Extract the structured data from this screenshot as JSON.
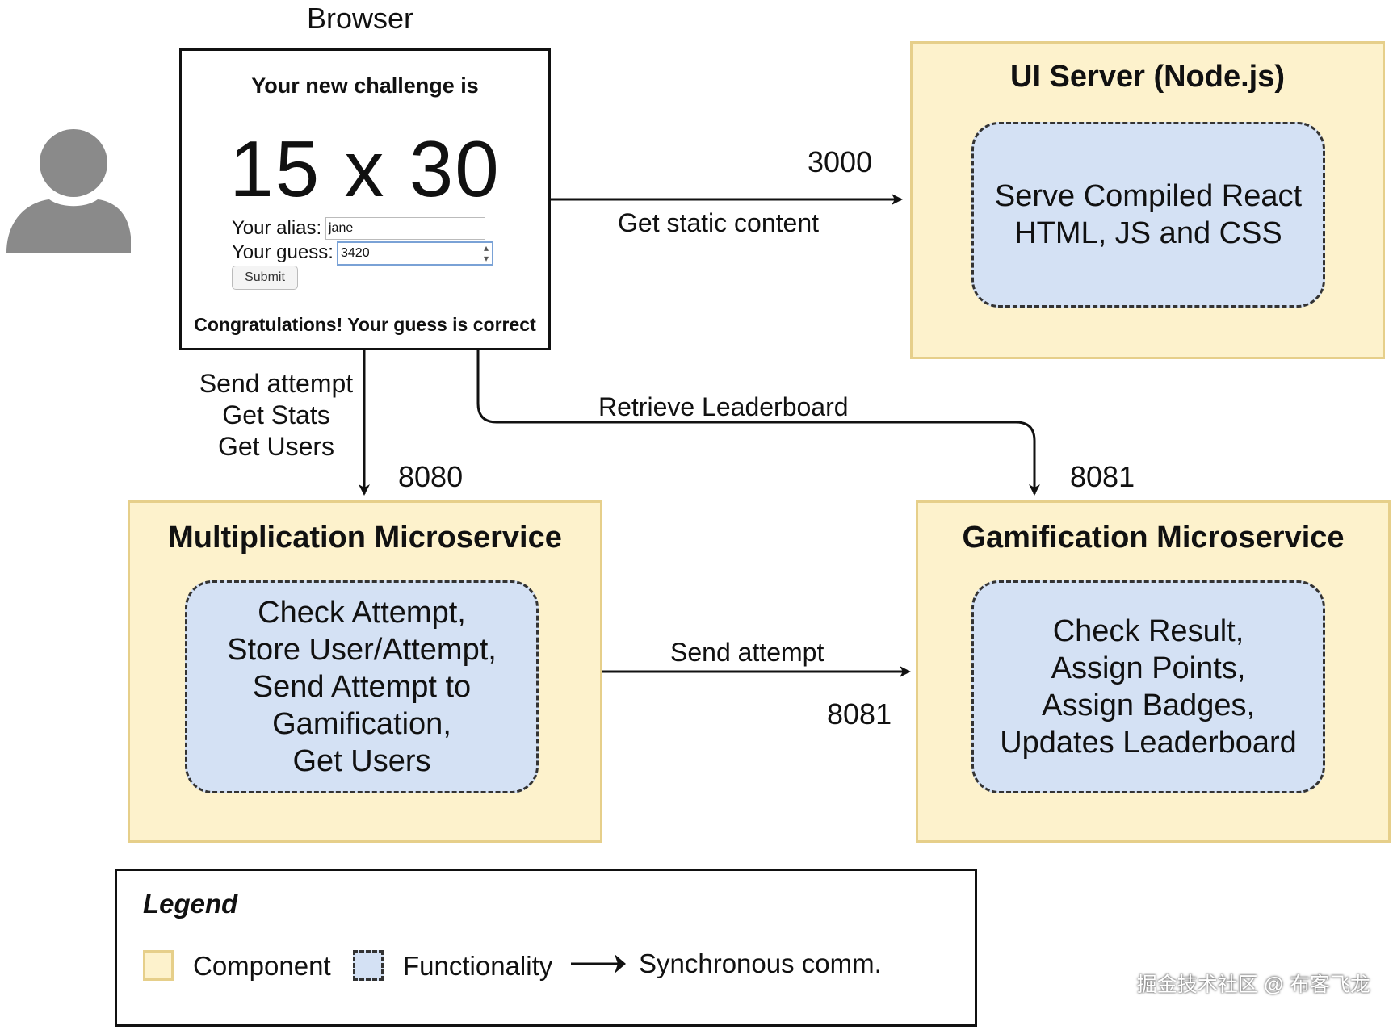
{
  "browser": {
    "caption": "Browser",
    "header": "Your new challenge is",
    "challenge": "15 x 30",
    "alias_label": "Your alias:",
    "alias_value": "jane",
    "guess_label": "Your guess:",
    "guess_value": "3420",
    "submit_label": "Submit",
    "result_message": "Congratulations! Your guess is correct"
  },
  "ui_server": {
    "title": "UI Server (Node.js)",
    "functionality": [
      "Serve Compiled React",
      "HTML, JS and CSS"
    ]
  },
  "multiplication": {
    "title": "Multiplication Microservice",
    "functionality": [
      "Check Attempt,",
      "Store User/Attempt,",
      "Send Attempt to",
      "Gamification,",
      "Get Users"
    ]
  },
  "gamification": {
    "title": "Gamification Microservice",
    "functionality": [
      "Check Result,",
      "Assign Points,",
      "Assign Badges,",
      "Updates Leaderboard"
    ]
  },
  "connections": {
    "static": {
      "port": "3000",
      "label": "Get static content"
    },
    "attempt": {
      "port": "8080",
      "labels": [
        "Send attempt",
        "Get Stats",
        "Get Users"
      ]
    },
    "leaderboard": {
      "port": "8081",
      "label": "Retrieve Leaderboard"
    },
    "send_attempt": {
      "port": "8081",
      "label": "Send attempt"
    }
  },
  "legend": {
    "title": "Legend",
    "component": "Component",
    "functionality": "Functionality",
    "sync": "Synchronous comm."
  },
  "watermark": "掘金技术社区 @ 布客飞龙",
  "colors": {
    "component_fill": "#fdf2cc",
    "component_border": "#e6cf8a",
    "functionality_fill": "#d4e1f4",
    "user_icon": "#8a8a8a"
  }
}
